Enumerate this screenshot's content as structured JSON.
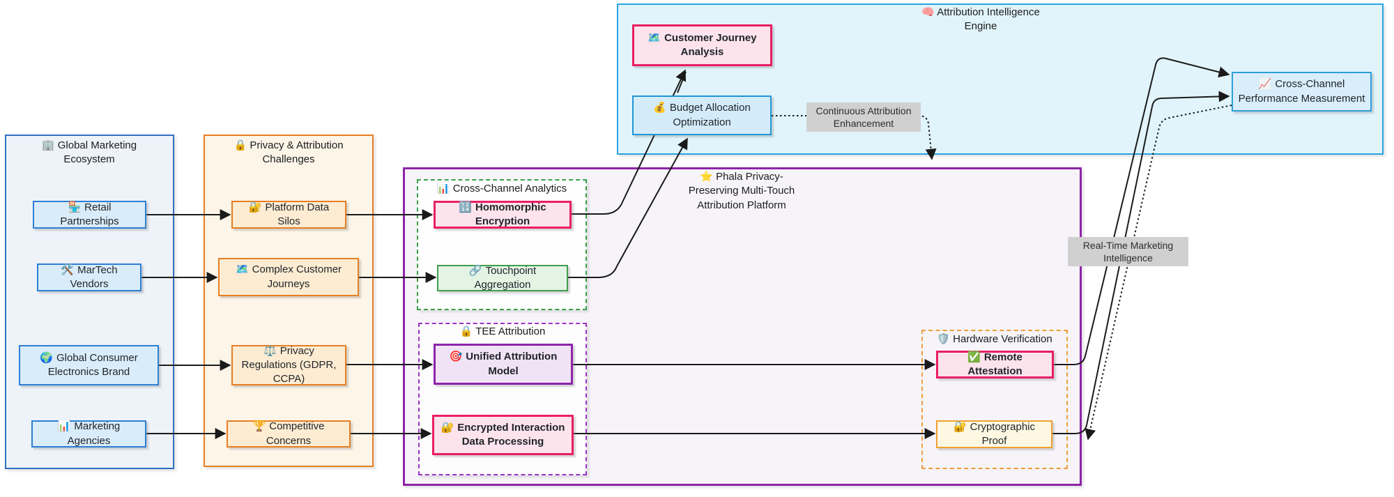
{
  "palette": {
    "blue_border": "#2d7fd3",
    "orange_border": "#e67e22",
    "purple_border": "#8e24aa",
    "pink_border": "#e91e63",
    "green_border": "#3f9e4d",
    "yellow_border": "#f0a02f",
    "cyan_border": "#27a4e0",
    "edge_color": "#1a1a1a",
    "edge_label_bg": "#d0d0d0"
  },
  "groups": {
    "ecosystem": {
      "icon": "🏢",
      "title": "Global Marketing Ecosystem"
    },
    "challenges": {
      "icon": "🔒",
      "title": "Privacy & Attribution Challenges"
    },
    "platform": {
      "icon": "⭐",
      "title": "Phala Privacy-Preserving Multi-Touch Attribution Platform"
    },
    "analytics": {
      "icon": "📊",
      "title": "Cross-Channel Analytics"
    },
    "tee": {
      "icon": "🔒",
      "title": "TEE Attribution"
    },
    "hardware": {
      "icon": "🛡️",
      "title": "Hardware Verification"
    },
    "engine": {
      "icon": "🧠",
      "title": "Attribution Intelligence Engine"
    }
  },
  "nodes": {
    "retail": {
      "icon": "🏪",
      "label": "Retail Partnerships"
    },
    "martech": {
      "icon": "🛠️",
      "label": "MarTech Vendors"
    },
    "gceb": {
      "icon": "🌍",
      "label": "Global Consumer Electronics Brand"
    },
    "agencies": {
      "icon": "📊",
      "label": "Marketing Agencies"
    },
    "silos": {
      "icon": "🔐",
      "label": "Platform Data Silos"
    },
    "journeys": {
      "icon": "🗺️",
      "label": "Complex Customer Journeys"
    },
    "regulations": {
      "icon": "⚖️",
      "label": "Privacy Regulations (GDPR, CCPA)"
    },
    "concerns": {
      "icon": "🏆",
      "label": "Competitive Concerns"
    },
    "he": {
      "icon": "🔢",
      "label": "Homomorphic Encryption"
    },
    "ta": {
      "icon": "🔗",
      "label": "Touchpoint Aggregation"
    },
    "uam": {
      "icon": "🎯",
      "label": "Unified Attribution Model"
    },
    "eidp": {
      "icon": "🔐",
      "label": "Encrypted Interaction Data Processing"
    },
    "ra": {
      "icon": "✅",
      "label": "Remote Attestation"
    },
    "cp": {
      "icon": "🔐",
      "label": "Cryptographic Proof"
    },
    "cja": {
      "icon": "🗺️",
      "label": "Customer Journey Analysis"
    },
    "bao": {
      "icon": "💰",
      "label": "Budget Allocation Optimization"
    },
    "ccpm": {
      "icon": "📈",
      "label": "Cross-Channel Performance Measurement"
    }
  },
  "edge_labels": {
    "cae": "Continuous Attribution Enhancement",
    "rtmi": "Real-Time Marketing Intelligence"
  }
}
